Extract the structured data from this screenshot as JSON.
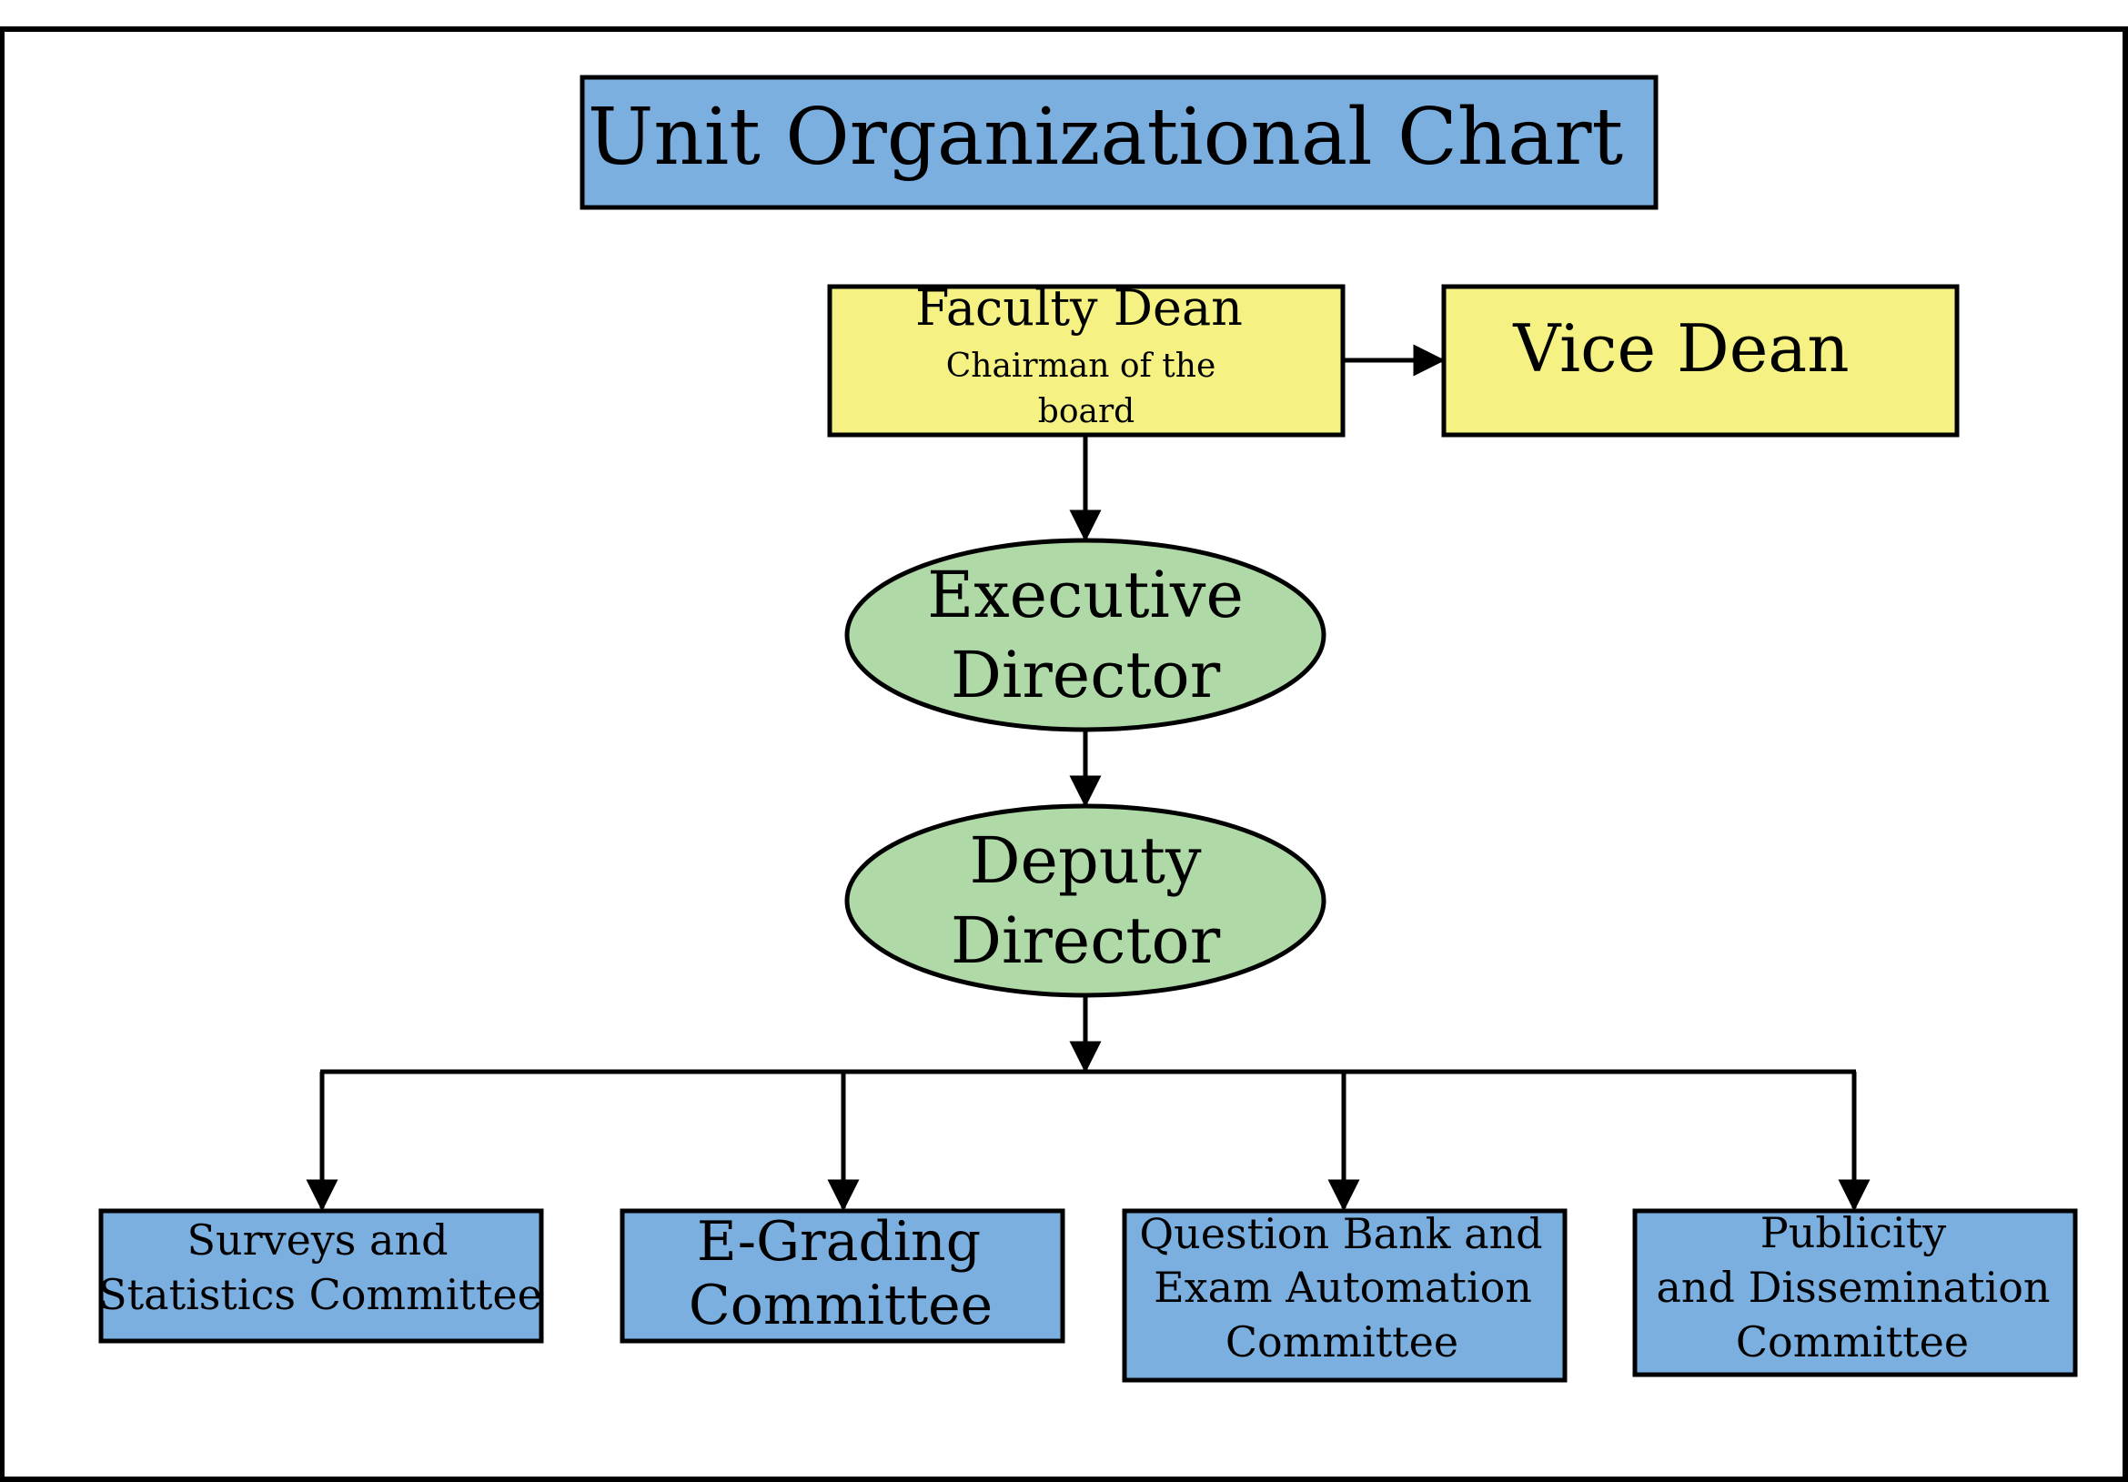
{
  "title": "Unit Organizational Chart",
  "colors": {
    "title_fill": "#7aafe0",
    "dean_fill": "#f5f283",
    "director_fill": "#b0d9a8",
    "committee_fill": "#7aafe0",
    "stroke": "#000000"
  },
  "nodes": {
    "faculty_dean": {
      "line1": "Faculty Dean",
      "line2": "Chairman of the",
      "line3": "board"
    },
    "vice_dean": {
      "label": "Vice Dean"
    },
    "executive_director": {
      "line1": "Executive",
      "line2": "Director"
    },
    "deputy_director": {
      "line1": "Deputy",
      "line2": "Director"
    }
  },
  "committees": [
    {
      "lines": [
        "Surveys and",
        "Statistics Committee"
      ]
    },
    {
      "lines": [
        "E-Grading",
        "Committee"
      ]
    },
    {
      "lines": [
        "Question Bank and",
        "Exam Automation",
        "Committee"
      ]
    },
    {
      "lines": [
        "Publicity",
        "and Dissemination",
        "Committee"
      ]
    }
  ]
}
